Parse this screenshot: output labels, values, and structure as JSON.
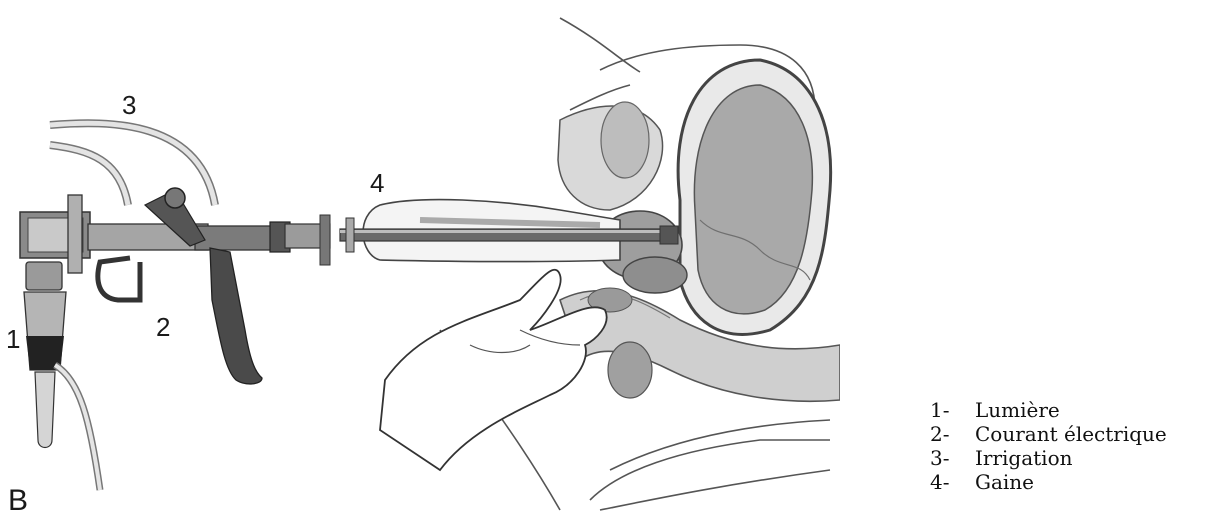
{
  "figure": {
    "panel_letter": "B",
    "callouts": [
      "1",
      "2",
      "3",
      "4"
    ]
  },
  "legend": [
    {
      "number": "1-",
      "label": "Lumière"
    },
    {
      "number": "2-",
      "label": "Courant électrique"
    },
    {
      "number": "3-",
      "label": "Irrigation"
    },
    {
      "number": "4-",
      "label": "Gaine"
    }
  ]
}
